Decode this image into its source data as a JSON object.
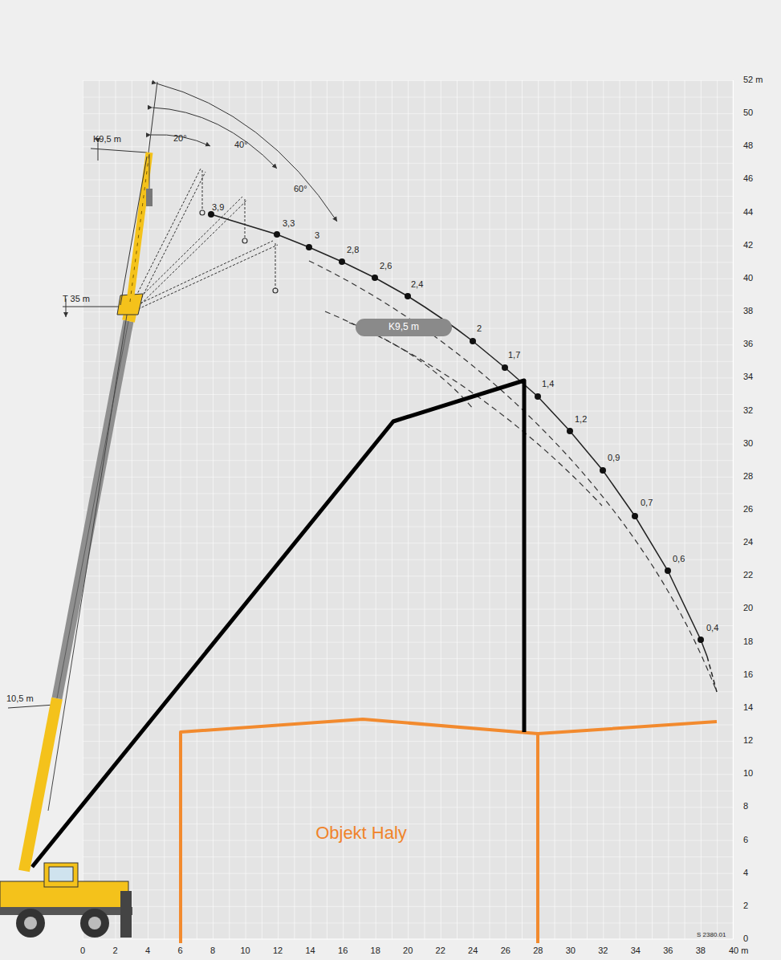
{
  "diagram": {
    "labels": [
      "0",
      "2",
      "4",
      "6",
      "8",
      "10",
      "12",
      "14",
      "16",
      "18",
      "20",
      "22",
      "24",
      "26",
      "28",
      "30",
      "32",
      "34",
      "36",
      "38",
      "40 m",
      "0",
      "2",
      "4",
      "6",
      "8",
      "10",
      "12",
      "14",
      "16",
      "18",
      "20",
      "22",
      "24",
      "26",
      "28",
      "30",
      "32",
      "34",
      "36",
      "38",
      "40",
      "42",
      "44",
      "46",
      "48",
      "50",
      "52 m",
      "3,9",
      "3,3",
      "3",
      "2,8",
      "2,6",
      "2,4",
      "2",
      "1,7",
      "1,4",
      "1,2",
      "0,9",
      "0,7",
      "0,6",
      "0,4",
      "20°",
      "40°",
      "60°",
      "K9,5 m",
      "T 35 m",
      "10,5 m",
      "K9,5 m",
      "Objekt Haly",
      "S 2380.01"
    ]
  }
}
